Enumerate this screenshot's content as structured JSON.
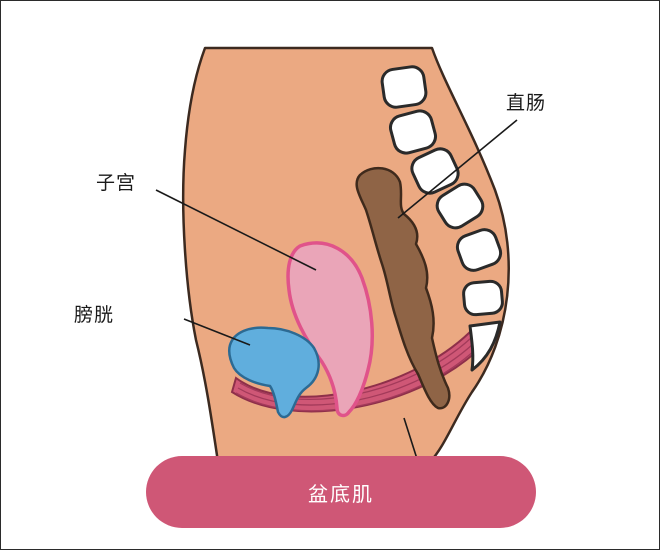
{
  "labels": {
    "rectum": "直肠",
    "uterus": "子宫",
    "bladder": "膀胱",
    "pelvic_floor": "盆底肌"
  },
  "colors": {
    "skin": "#eba982",
    "outline": "#3c2a20",
    "bone_fill": "#ffffff",
    "rectum": "#8f6446",
    "uterus_fill": "#eaa5b8",
    "uterus_edge": "#e0538a",
    "bladder_fill": "#60aedd",
    "bladder_edge": "#2c6a93",
    "muscle": "#cf5776",
    "pill": "#cf5776"
  },
  "icons": [
    "vertebra-icon"
  ]
}
